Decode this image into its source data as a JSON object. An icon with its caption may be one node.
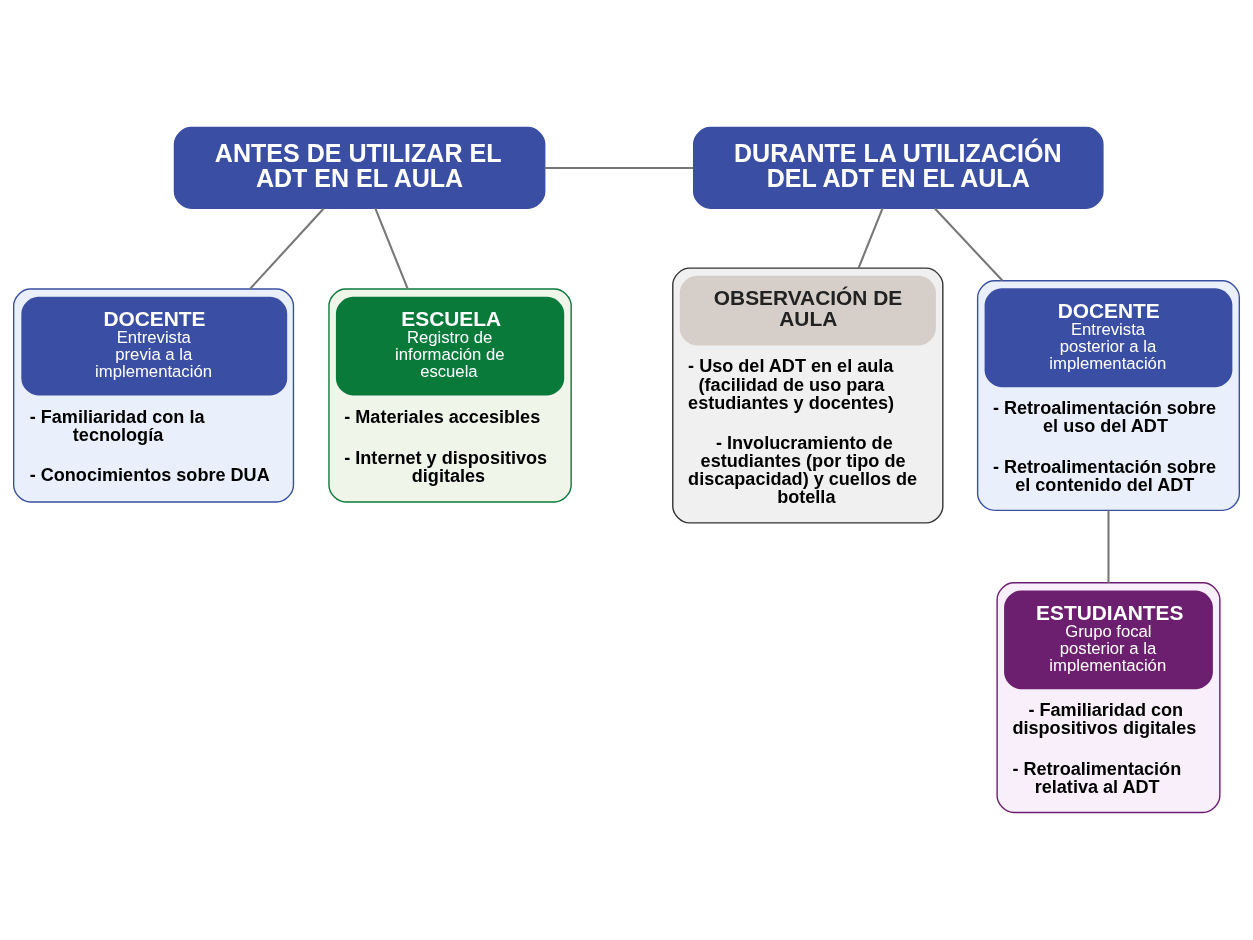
{
  "diagram": {
    "nodes": [
      {
        "text": [
          "ANTES DE UTILIZAR EL ADT EN EL AULA"
        ]
      },
      {
        "text": [
          "DURANTE LA UTILIZACIÓN DEL ADT EN EL AULA"
        ]
      },
      {
        "text": [
          "DOCENTE",
          "Entrevista previa a la implementación",
          "- Familiaridad con la tecnología",
          "- Conocimientos sobre DUA"
        ]
      },
      {
        "text": [
          "ESCUELA",
          "Registro de información de escuela",
          "- Materiales accesibles",
          "- Internet y dispositivos digitales"
        ]
      },
      {
        "text": [
          "OBSERVACIÓN DE AULA",
          "- Uso del ADT en el aula (facilidad de uso para estudiantes y docentes)",
          "- Involucramiento de estudiantes (por tipo de discapacidad) y cuellos de botella"
        ]
      },
      {
        "text": [
          "DOCENTE",
          "Entrevista posterior a la implementación",
          "- Retroalimentación sobre el uso del ADT",
          "- Retroalimentación sobre el contenido del ADT"
        ]
      },
      {
        "text": [
          "ESTUDIANTES",
          "Grupo focal posterior a la implementación",
          "- Familiaridad con dispositivos digitales",
          "- Retroalimentación relativa al ADT"
        ]
      }
    ],
    "edges": [
      {
        "from": 0,
        "to": 1,
        "arrow": "none"
      },
      {
        "from": 0,
        "to": 2,
        "arrow": "none"
      },
      {
        "from": 0,
        "to": 3,
        "arrow": "none"
      },
      {
        "from": 1,
        "to": 4,
        "arrow": "none"
      },
      {
        "from": 1,
        "to": 5,
        "arrow": "none"
      },
      {
        "from": 5,
        "to": 6,
        "arrow": "none"
      }
    ]
  }
}
